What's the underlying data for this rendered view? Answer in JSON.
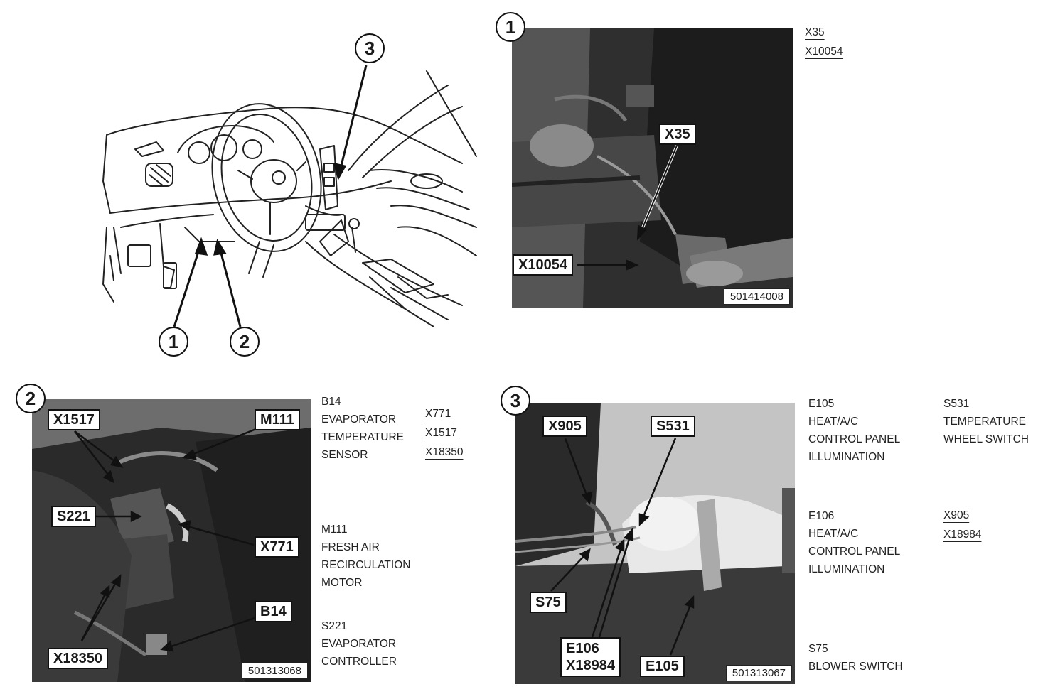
{
  "overview": {
    "labels": [
      "1",
      "2",
      "3"
    ]
  },
  "panel1": {
    "number": "1",
    "callouts": {
      "x35": "X35",
      "x10054": "X10054"
    },
    "figure_no": "501414008",
    "legend": [
      "X35",
      "X10054"
    ]
  },
  "panel2": {
    "number": "2",
    "callouts": {
      "x1517": "X1517",
      "m111": "M111",
      "s221": "S221",
      "x771": "X771",
      "b14": "B14",
      "x18350": "X18350"
    },
    "figure_no": "501313068",
    "legend_b14": [
      "B14",
      "EVAPORATOR",
      "TEMPERATURE",
      "SENSOR"
    ],
    "legend_connectors": [
      "X771",
      "X1517",
      "X18350"
    ],
    "legend_m111": [
      "M111",
      "FRESH AIR",
      "RECIRCULATION",
      "MOTOR"
    ],
    "legend_s221": [
      "S221",
      "EVAPORATOR",
      "CONTROLLER"
    ]
  },
  "panel3": {
    "number": "3",
    "callouts": {
      "x905": "X905",
      "s531": "S531",
      "s75": "S75",
      "e106": "E106",
      "x18984": "X18984",
      "e105": "E105"
    },
    "figure_no": "501313067",
    "legend_e105": [
      "E105",
      "HEAT/A/C",
      "CONTROL PANEL",
      "ILLUMINATION"
    ],
    "legend_s531": [
      "S531",
      "TEMPERATURE",
      "WHEEL SWITCH"
    ],
    "legend_e106": [
      "E106",
      "HEAT/A/C",
      "CONTROL PANEL",
      "ILLUMINATION"
    ],
    "legend_connectors": [
      "X905",
      "X18984"
    ],
    "legend_s75": [
      "S75",
      "BLOWER SWITCH"
    ]
  }
}
